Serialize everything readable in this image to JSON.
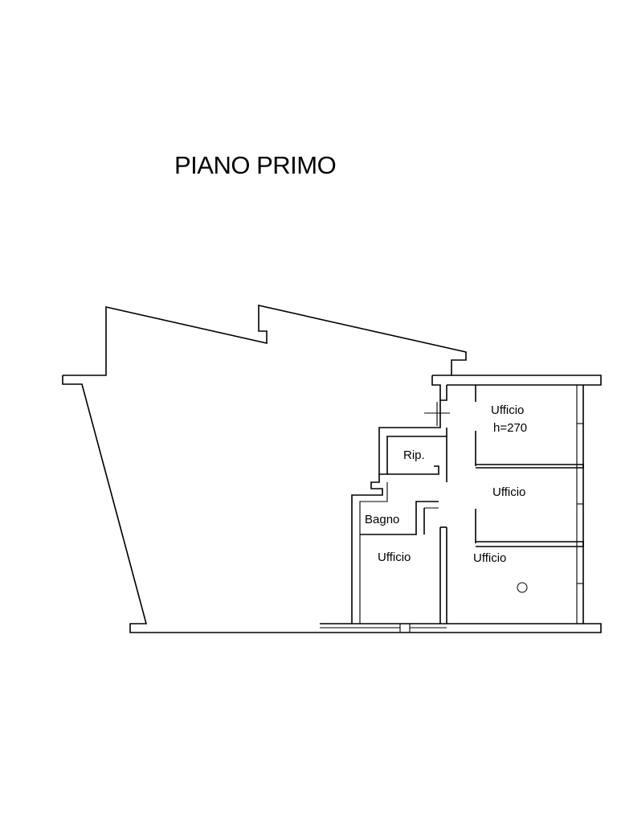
{
  "title": "PIANO PRIMO",
  "rooms": {
    "ufficio_top_right": "Ufficio",
    "height_note": "h=270",
    "ripostiglio": "Rip.",
    "ufficio_mid_right": "Ufficio",
    "bagno": "Bagno",
    "ufficio_bottom_left": "Ufficio",
    "ufficio_bottom_right": "Ufficio"
  },
  "colors": {
    "line": "#000000",
    "background": "#ffffff"
  }
}
